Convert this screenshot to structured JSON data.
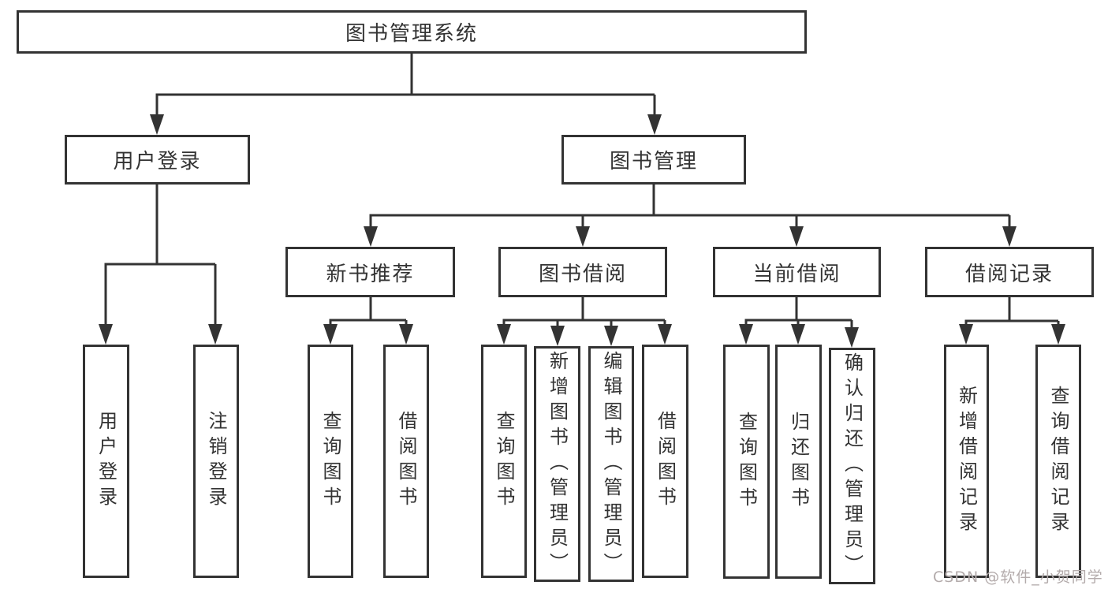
{
  "diagram": {
    "title_hint": "library management system function tree",
    "colors": {
      "line": "#333333",
      "box_border": "#333333",
      "text": "#333333",
      "background": "#ffffff",
      "watermark": "#b3abab"
    },
    "nodes": {
      "root": "图书管理系统",
      "login": "用户登录",
      "manage": "图书管理",
      "recommend": "新书推荐",
      "borrow": "图书借阅",
      "current": "当前借阅",
      "records": "借阅记录",
      "leaf_login": "用户登录",
      "leaf_logout": "注销登录",
      "leaf_rec_query": "查询图书",
      "leaf_rec_borrow": "借阅图书",
      "leaf_bor_query": "查询图书",
      "leaf_bor_add": "新增图书（管理员）",
      "leaf_bor_edit": "编辑图书（管理员）",
      "leaf_bor_borrow": "借阅图书",
      "leaf_cur_query": "查询图书",
      "leaf_cur_return": "归还图书",
      "leaf_cur_confirm": "确认归还（管理员）",
      "leaf_log_add": "新增借阅记录",
      "leaf_log_query": "查询借阅记录"
    },
    "hierarchy": {
      "图书管理系统": {
        "用户登录": [
          "用户登录",
          "注销登录"
        ],
        "图书管理": {
          "新书推荐": [
            "查询图书",
            "借阅图书"
          ],
          "图书借阅": [
            "查询图书",
            "新增图书（管理员）",
            "编辑图书（管理员）",
            "借阅图书"
          ],
          "当前借阅": [
            "查询图书",
            "归还图书",
            "确认归还（管理员）"
          ],
          "借阅记录": [
            "新增借阅记录",
            "查询借阅记录"
          ]
        }
      }
    },
    "watermark": "CSDN @软件_小贺同学"
  }
}
